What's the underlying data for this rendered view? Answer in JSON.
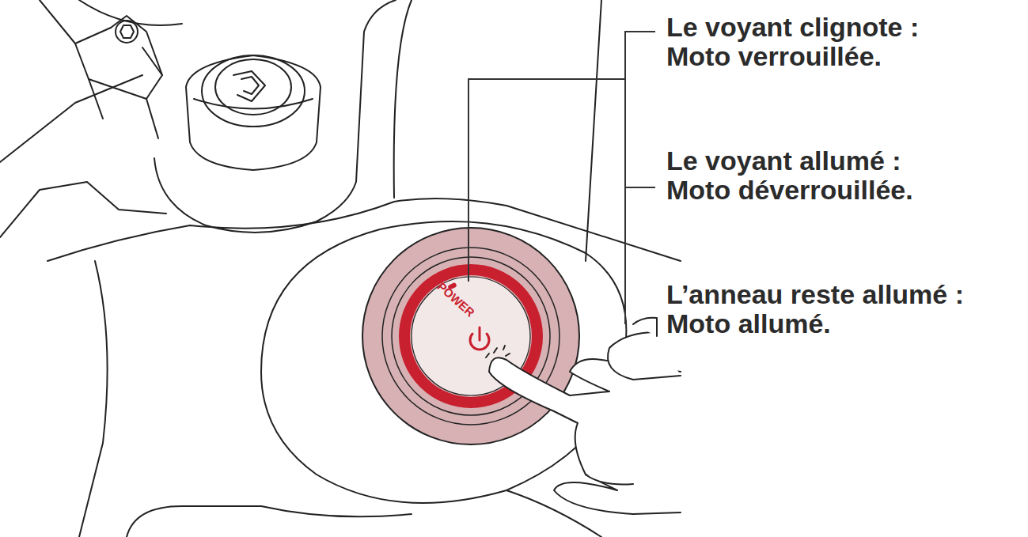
{
  "diagram": {
    "labels": [
      "Le voyant clignote : Moto verrouillée.",
      "Le voyant allumé : Moto déverrouillée.",
      "L’anneau reste allumé : Moto allumé.",
      "POWER"
    ]
  }
}
